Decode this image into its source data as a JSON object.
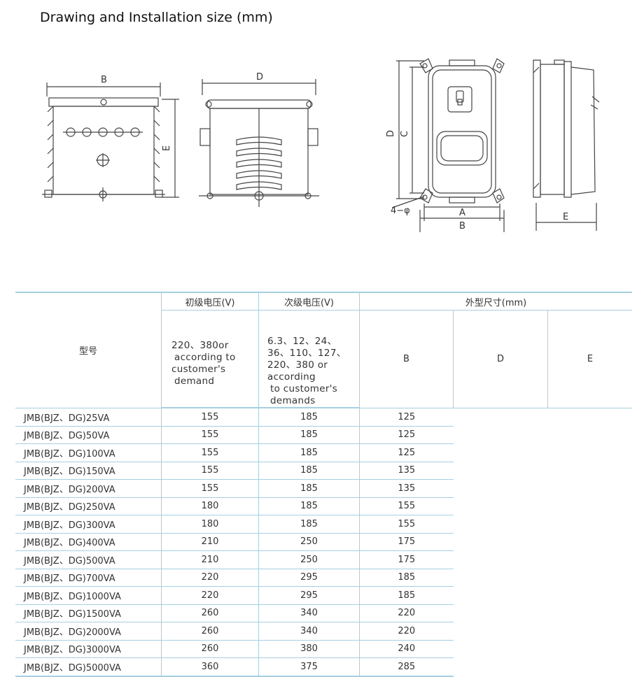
{
  "page": {
    "title": "Drawing and Installation size (mm)"
  },
  "drawing_labels": {
    "front_width": "B",
    "front_height": "E",
    "side_width": "D",
    "right_front_height_outer": "D",
    "right_front_height_inner": "C",
    "right_front_width_inner": "A",
    "right_front_width_outer": "B",
    "holes": "4−φ",
    "right_side_depth": "E"
  },
  "table": {
    "header": {
      "model": "型号",
      "primary": "初级电压(V)",
      "secondary": "次级电压(V)",
      "dims": "外型尺寸(mm)",
      "b": "B",
      "d": "D",
      "e": "E"
    },
    "primary_voltage": [
      "220、380or",
      "according to",
      "customer's",
      "demand"
    ],
    "secondary_voltage": [
      "6.3、12、24、",
      "36、110、127、",
      "220、380 or",
      "according",
      "to customer's",
      "demands"
    ],
    "rows": [
      {
        "model": "JMB(BJZ、DG)25VA",
        "b": "155",
        "d": "185",
        "e": "125"
      },
      {
        "model": "JMB(BJZ、DG)50VA",
        "b": "155",
        "d": "185",
        "e": "125"
      },
      {
        "model": "JMB(BJZ、DG)100VA",
        "b": "155",
        "d": "185",
        "e": "125"
      },
      {
        "model": "JMB(BJZ、DG)150VA",
        "b": "155",
        "d": "185",
        "e": "135"
      },
      {
        "model": "JMB(BJZ、DG)200VA",
        "b": "155",
        "d": "185",
        "e": "135"
      },
      {
        "model": "JMB(BJZ、DG)250VA",
        "b": "180",
        "d": "185",
        "e": "155"
      },
      {
        "model": "JMB(BJZ、DG)300VA",
        "b": "180",
        "d": "185",
        "e": "155"
      },
      {
        "model": "JMB(BJZ、DG)400VA",
        "b": "210",
        "d": "250",
        "e": "175"
      },
      {
        "model": "JMB(BJZ、DG)500VA",
        "b": "210",
        "d": "250",
        "e": "175"
      },
      {
        "model": "JMB(BJZ、DG)700VA",
        "b": "220",
        "d": "295",
        "e": "185"
      },
      {
        "model": "JMB(BJZ、DG)1000VA",
        "b": "220",
        "d": "295",
        "e": "185"
      },
      {
        "model": "JMB(BJZ、DG)1500VA",
        "b": "260",
        "d": "340",
        "e": "220"
      },
      {
        "model": "JMB(BJZ、DG)2000VA",
        "b": "260",
        "d": "340",
        "e": "220"
      },
      {
        "model": "JMB(BJZ、DG)3000VA",
        "b": "260",
        "d": "380",
        "e": "240"
      },
      {
        "model": "JMB(BJZ、DG)5000VA",
        "b": "360",
        "d": "375",
        "e": "285"
      }
    ]
  }
}
